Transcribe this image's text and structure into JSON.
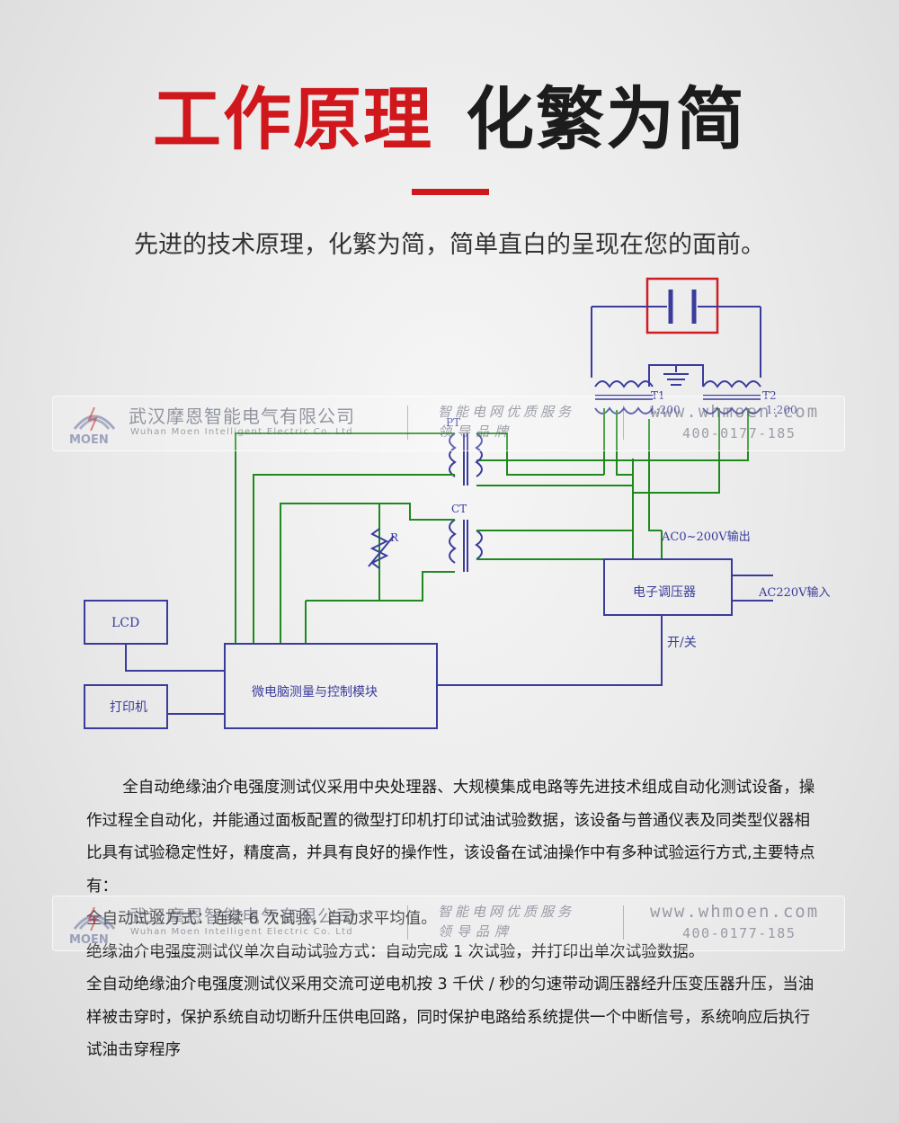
{
  "header": {
    "title_red": "工作原理",
    "title_dark": "化繁为简",
    "subtitle": "先进的技术原理，化繁为简，简单直白的呈现在您的面前。"
  },
  "diagram": {
    "labels": {
      "t1": "T1",
      "t1_ratio": "1:200",
      "t2": "T2",
      "t2_ratio": "1:200",
      "pt": "PT",
      "ct": "CT",
      "r": "R",
      "ac_out": "AC0~200V输出",
      "regulator": "电子调压器",
      "ac_in": "AC220V输入",
      "switch": "开/关",
      "lcd": "LCD",
      "printer": "打印机",
      "mcu": "微电脑测量与控制模块"
    },
    "colors": {
      "blue": "#3a3c9c",
      "green": "#1e8a1e",
      "red": "#d21c24"
    }
  },
  "watermark": {
    "company_cn": "武汉摩恩智能电气有限公司",
    "company_en": "Wuhan Moen Intelligent Electric Co. Ltd",
    "logo_text": "MOEN",
    "slogan_line1": "智能电网优质服务",
    "slogan_line2": "领导品牌",
    "website": "www.whmoen.com",
    "phone": "400-0177-185"
  },
  "body": {
    "p1": "全自动绝缘油介电强度测试仪采用中央处理器、大规模集成电路等先进技术组成自动化测试设备，操作过程全自动化，并能通过面板配置的微型打印机打印试油试验数据，该设备与普通仪表及同类型仪器相比具有试验稳定性好，精度高，并具有良好的操作性，该设备在试油操作中有多种试验运行方式,主要特点有：",
    "p2": "全自动试验方式：连续 6 次试验，自动求平均值。",
    "p3": "绝缘油介电强度测试仪单次自动试验方式：自动完成 1 次试验，并打印出单次试验数据。",
    "p4": "全自动绝缘油介电强度测试仪采用交流可逆电机按 3 千伏 / 秒的匀速带动调压器经升压变压器升压，当油样被击穿时，保护系统自动切断升压供电回路，同时保护电路给系统提供一个中断信号，系统响应后执行试油击穿程序"
  }
}
